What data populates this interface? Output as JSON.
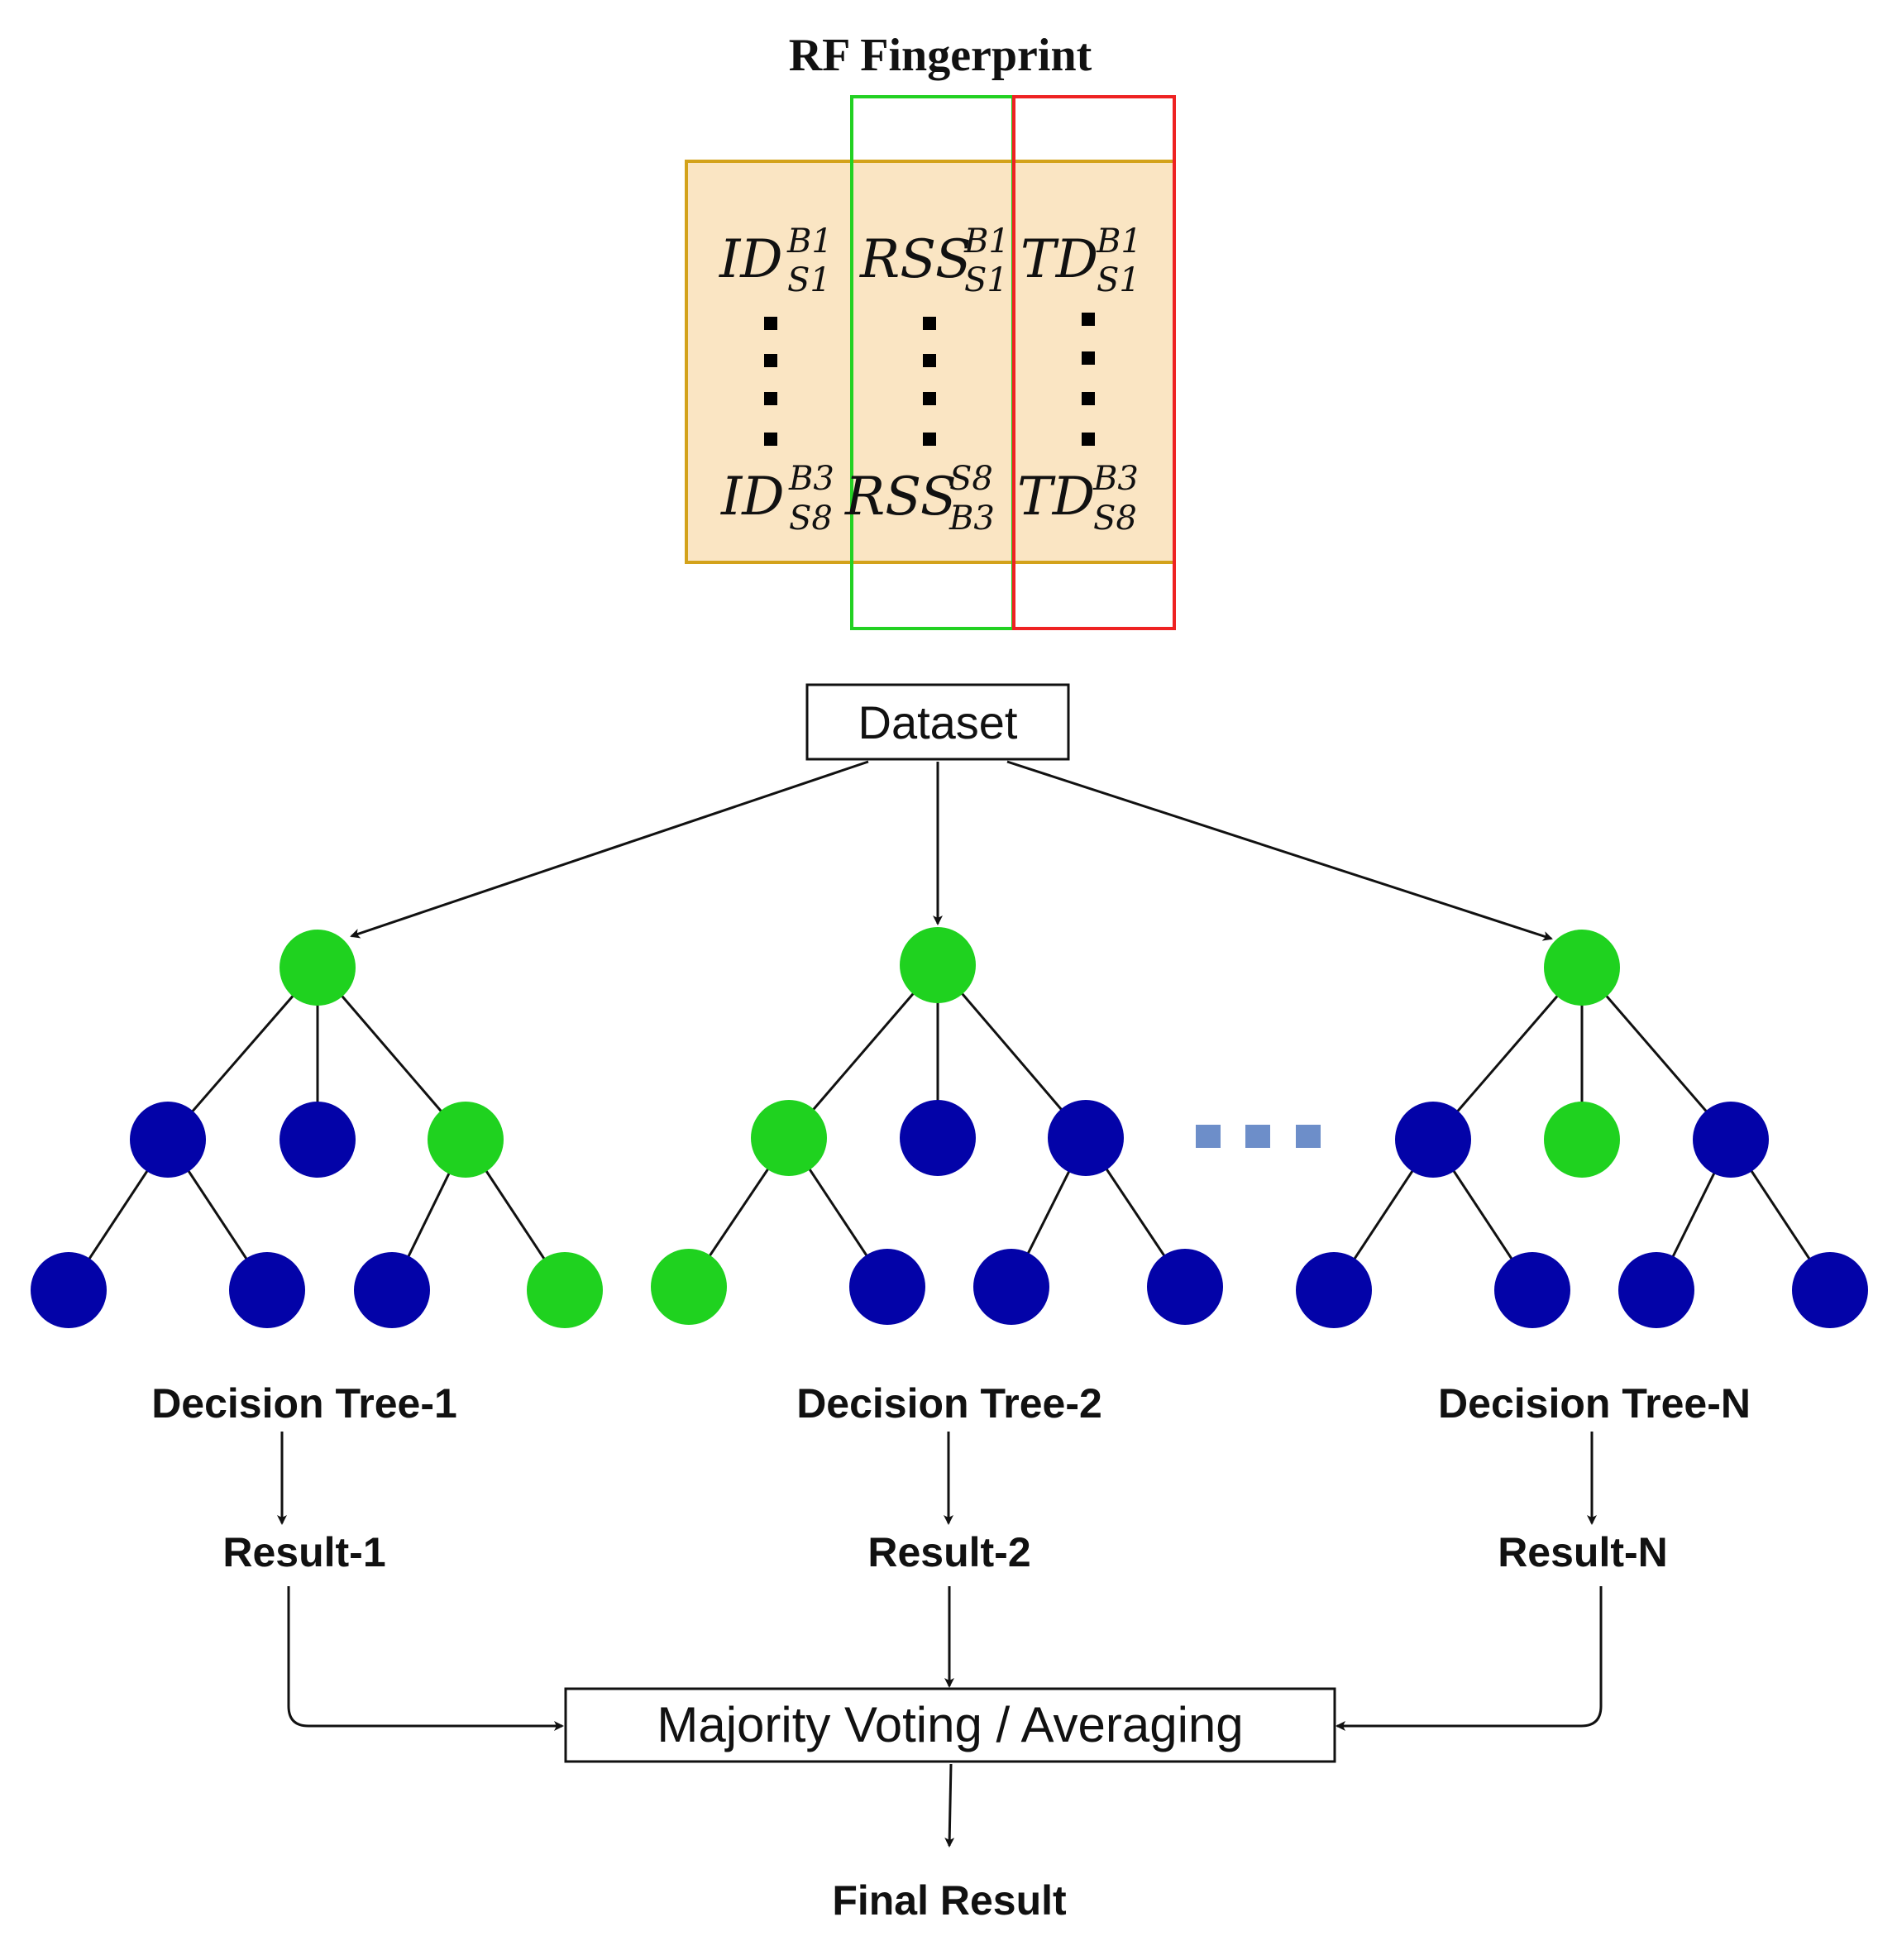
{
  "title": "RF Fingerprint",
  "fingerprint": {
    "columns": [
      {
        "base": "ID",
        "top_sup": "B1",
        "top_sub": "S1",
        "bottom_sup": "B3",
        "bottom_sub": "S8"
      },
      {
        "base": "RSS",
        "top_sup": "B1",
        "top_sub": "S1",
        "bottom_sup": "S8",
        "bottom_sub": "B3"
      },
      {
        "base": "TD",
        "top_sup": "B1",
        "top_sub": "S1",
        "bottom_sup": "B3",
        "bottom_sub": "S8"
      }
    ],
    "colors": {
      "fill": "#fae5c3",
      "border": "#d3a21a",
      "green": "#22d122",
      "red": "#ee2222"
    }
  },
  "dataset_label": "Dataset",
  "trees": [
    {
      "label": "Decision Tree-1",
      "result": "Result-1"
    },
    {
      "label": "Decision Tree-2",
      "result": "Result-2"
    },
    {
      "label": "Decision Tree-N",
      "result": "Result-N"
    }
  ],
  "aggregator_label": "Majority Voting / Averaging",
  "final_label": "Final Result",
  "colors": {
    "node_green": "#1fd21f",
    "node_blue": "#0303a8",
    "ellipsis": "#6d8ec9",
    "line": "#111111"
  }
}
